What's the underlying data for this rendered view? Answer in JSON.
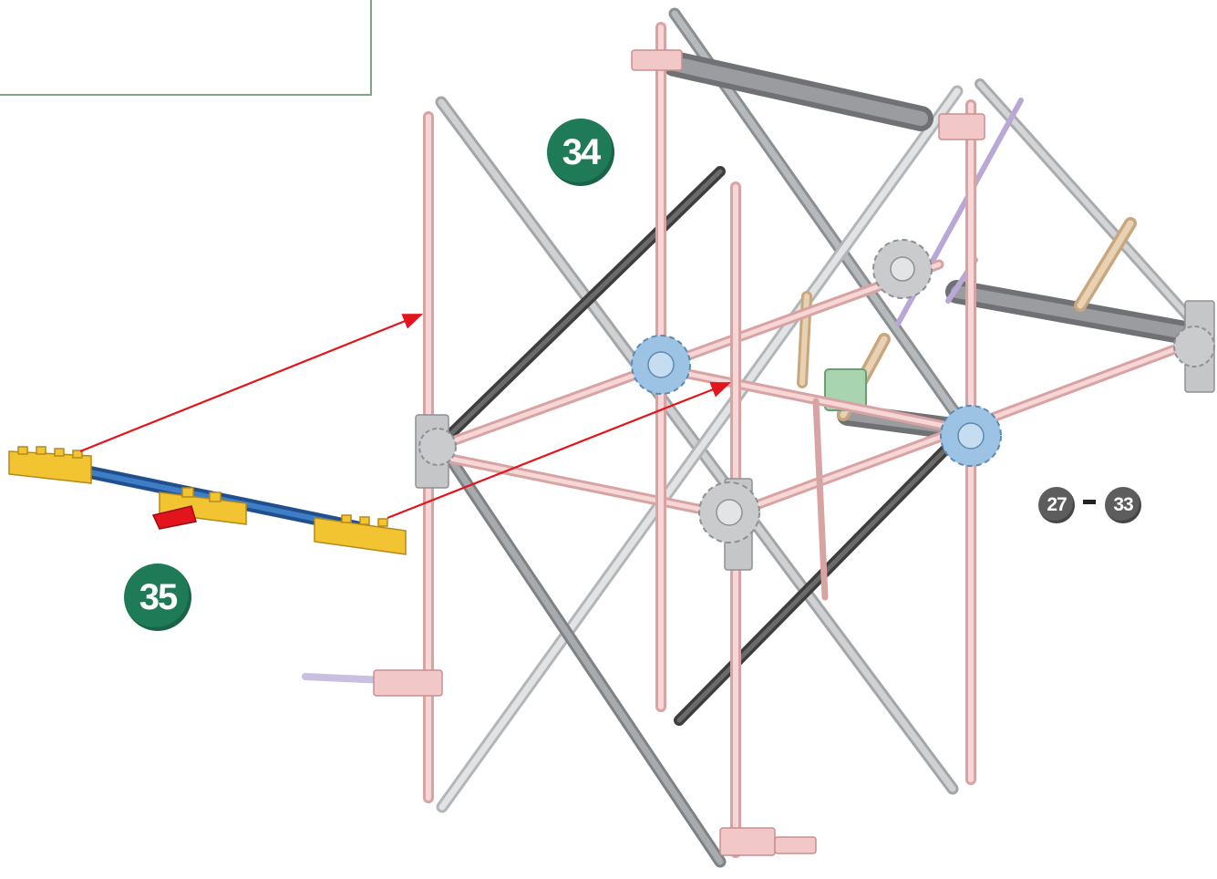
{
  "steps": {
    "current_upper": "34",
    "current_lower": "35",
    "previous_from": "27",
    "previous_to": "33",
    "range_separator": "-"
  },
  "colors": {
    "step_badge": "#1f7b57",
    "reference_badge": "#5d5d5d",
    "arrow": "#e3141b",
    "pink_rod": "#f3c9c9",
    "gray_rod": "#b9bcbf",
    "dark_rod": "#555555",
    "blue_connector": "#9cc2e4",
    "yellow_connector": "#f2c431",
    "blue_rod": "#2f6db5",
    "note_border": "#7fa588"
  }
}
